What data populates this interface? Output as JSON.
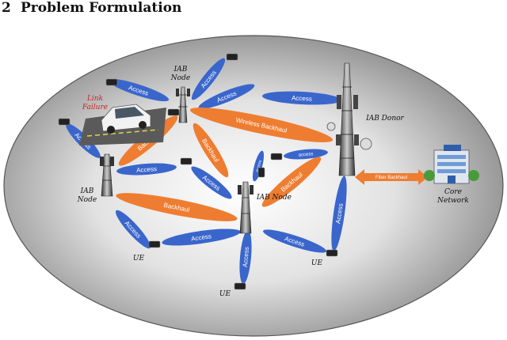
{
  "section": {
    "number": "2",
    "title": "Problem Formulation"
  },
  "figure": {
    "labels": {
      "iab_node_top": [
        "IAB",
        "Node"
      ],
      "iab_node_left": [
        "IAB",
        "Node"
      ],
      "iab_node_center": "IAB Node",
      "iab_donor": "IAB Donor",
      "core_network": [
        "Core",
        "Network"
      ],
      "link_failure": [
        "Link",
        "Failure"
      ],
      "ue_left": "UE",
      "ue_bottom": "UE",
      "ue_right": "UE"
    },
    "links": {
      "access": "Access",
      "access_lower": "access",
      "backhaul": "Backhaul",
      "wireless_backhaul": "Wireless Backhaul",
      "fiber_backhaul": "Fiber Backhaul"
    },
    "colors": {
      "access_link": "#3a66cc",
      "backhaul_link": "#ee7d31",
      "link_failure_text": "#d0201f"
    }
  }
}
